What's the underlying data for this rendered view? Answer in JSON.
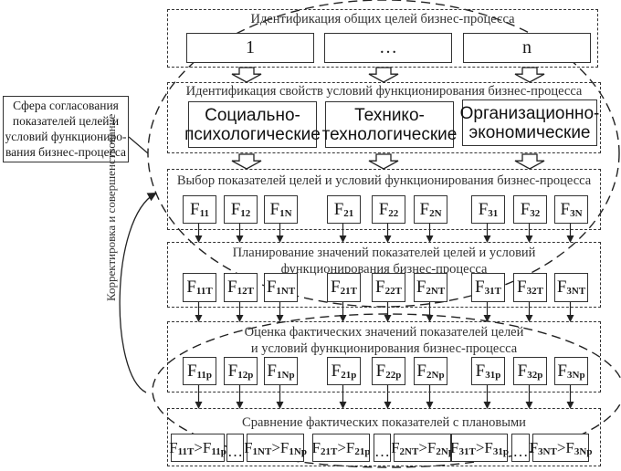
{
  "callout": {
    "lines": [
      "Сфера согласования",
      "показателей целей и",
      "условий функциониро-",
      "вания бизнес-процесса"
    ]
  },
  "feedback_label": "Корректировка и совершенствование",
  "stages": [
    {
      "title": "Идентификация общих целей бизнес-процесса",
      "items": [
        "1",
        "…",
        "n"
      ]
    },
    {
      "title": "Идентификация свойств условий функционирования бизнес-процесса",
      "items": [
        [
          "Социально-",
          "психологические"
        ],
        [
          "Технико-",
          "технологические"
        ],
        [
          "Организационно-",
          "экономические"
        ]
      ]
    },
    {
      "title": "Выбор показателей целей и условий функционирования бизнес-процесса",
      "items": [
        {
          "base": "F",
          "sub": "11"
        },
        {
          "base": "F",
          "sub": "12"
        },
        {
          "base": "F",
          "sub": "1N"
        },
        {
          "base": "F",
          "sub": "21"
        },
        {
          "base": "F",
          "sub": "22"
        },
        {
          "base": "F",
          "sub": "2N"
        },
        {
          "base": "F",
          "sub": "31"
        },
        {
          "base": "F",
          "sub": "32"
        },
        {
          "base": "F",
          "sub": "3N"
        }
      ]
    },
    {
      "title_lines": [
        "Планирование значений показателей целей и условий",
        "функционирования бизнес-процесса"
      ],
      "items": [
        {
          "base": "F",
          "sub": "11T"
        },
        {
          "base": "F",
          "sub": "12T"
        },
        {
          "base": "F",
          "sub": "1NT"
        },
        {
          "base": "F",
          "sub": "21T"
        },
        {
          "base": "F",
          "sub": "22T"
        },
        {
          "base": "F",
          "sub": "2NT"
        },
        {
          "base": "F",
          "sub": "31T"
        },
        {
          "base": "F",
          "sub": "32T"
        },
        {
          "base": "F",
          "sub": "3NT"
        }
      ]
    },
    {
      "title_lines": [
        "Оценка фактических значений показателей целей",
        "и условий функционирования бизнес-процесса"
      ],
      "items": [
        {
          "base": "F",
          "sub": "11p"
        },
        {
          "base": "F",
          "sub": "12p"
        },
        {
          "base": "F",
          "sub": "1Np"
        },
        {
          "base": "F",
          "sub": "21p"
        },
        {
          "base": "F",
          "sub": "22p"
        },
        {
          "base": "F",
          "sub": "2Np"
        },
        {
          "base": "F",
          "sub": "31p"
        },
        {
          "base": "F",
          "sub": "32p"
        },
        {
          "base": "F",
          "sub": "3Np"
        }
      ]
    },
    {
      "title": "Сравнение фактических показателей с плановыми",
      "items": [
        {
          "a": "11T",
          "op": ">",
          "b": "11p"
        },
        {
          "ellipsis": "…"
        },
        {
          "a": "1NT",
          "op": ">",
          "b": "1Np"
        },
        {
          "a": "21T",
          "op": ">",
          "b": "21p"
        },
        {
          "ellipsis": "…"
        },
        {
          "a": "2NT",
          "op": ">",
          "b": "2Np"
        },
        {
          "a": "31T",
          "op": ">",
          "b": "31p"
        },
        {
          "ellipsis": "…"
        },
        {
          "a": "3NT",
          "op": ">",
          "b": "3Np"
        }
      ]
    }
  ]
}
